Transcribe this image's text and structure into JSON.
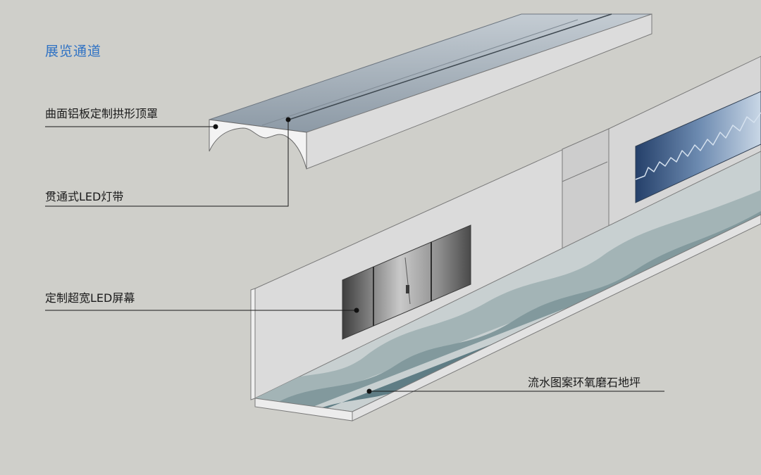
{
  "title": "展览通道",
  "annotations": {
    "ceiling": "曲面铝板定制拱形顶罩",
    "led_strip": "贯通式LED灯带",
    "screen": "定制超宽LED屏幕",
    "floor": "流水图案环氧磨石地坪"
  },
  "colors": {
    "title": "#2f72c4",
    "background": "#cfcfca",
    "wall": "#dbdbdb",
    "ceiling_top": "#a2adb7",
    "floor_water": "#6e8e95",
    "leader_line": "#1a1a1a"
  }
}
